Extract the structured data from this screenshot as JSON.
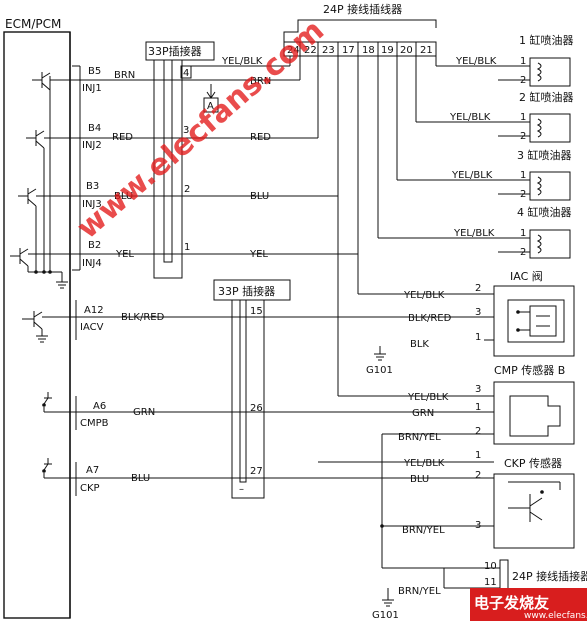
{
  "ecm": {
    "title": "ECM/PCM"
  },
  "connectors": {
    "c24p_top": "24P 接线插线器",
    "c33p_a": "33P插接器",
    "c33p_b": "33P 插接器",
    "c24p_bottom": "24P 接线插接器",
    "c24p_pins": [
      "24",
      "22",
      "23",
      "17",
      "18",
      "19",
      "20",
      "21"
    ],
    "c33p_a_pins": [
      "4",
      "3",
      "2",
      "1"
    ],
    "c33p_b_pins": [
      "15",
      "26",
      "27"
    ],
    "c24p_bottom_pins": [
      "10",
      "11"
    ],
    "point_a": "A"
  },
  "ecm_pins": [
    {
      "pin": "B5",
      "name": "INJ1"
    },
    {
      "pin": "B4",
      "name": "INJ2"
    },
    {
      "pin": "B3",
      "name": "INJ3"
    },
    {
      "pin": "B2",
      "name": "INJ4"
    },
    {
      "pin": "A12",
      "name": "IACV"
    },
    {
      "pin": "A6",
      "name": "CMPB"
    },
    {
      "pin": "A7",
      "name": "CKP"
    }
  ],
  "wires": {
    "brn": "BRN",
    "red": "RED",
    "blu": "BLU",
    "yel": "YEL",
    "blk_red": "BLK/RED",
    "grn": "GRN",
    "yel_blk": "YEL/BLK",
    "brn_yel": "BRN/YEL",
    "blk": "BLK"
  },
  "components": {
    "inj1": "1 缸喷油器",
    "inj2": "2 缸喷油器",
    "inj3": "3 缸喷油器",
    "inj4": "4 缸喷油器",
    "iac": "IAC 阀",
    "cmp": "CMP 传感器 B",
    "ckp": "CKP 传感器"
  },
  "pins": {
    "one": "1",
    "two": "2",
    "three": "3",
    "minus": "–"
  },
  "grounds": {
    "g1": "G101",
    "g2": "G101"
  },
  "watermark": "www.elecfans.com",
  "logo": {
    "cn": "电子发烧友",
    "en": "www.elecfans.com"
  }
}
